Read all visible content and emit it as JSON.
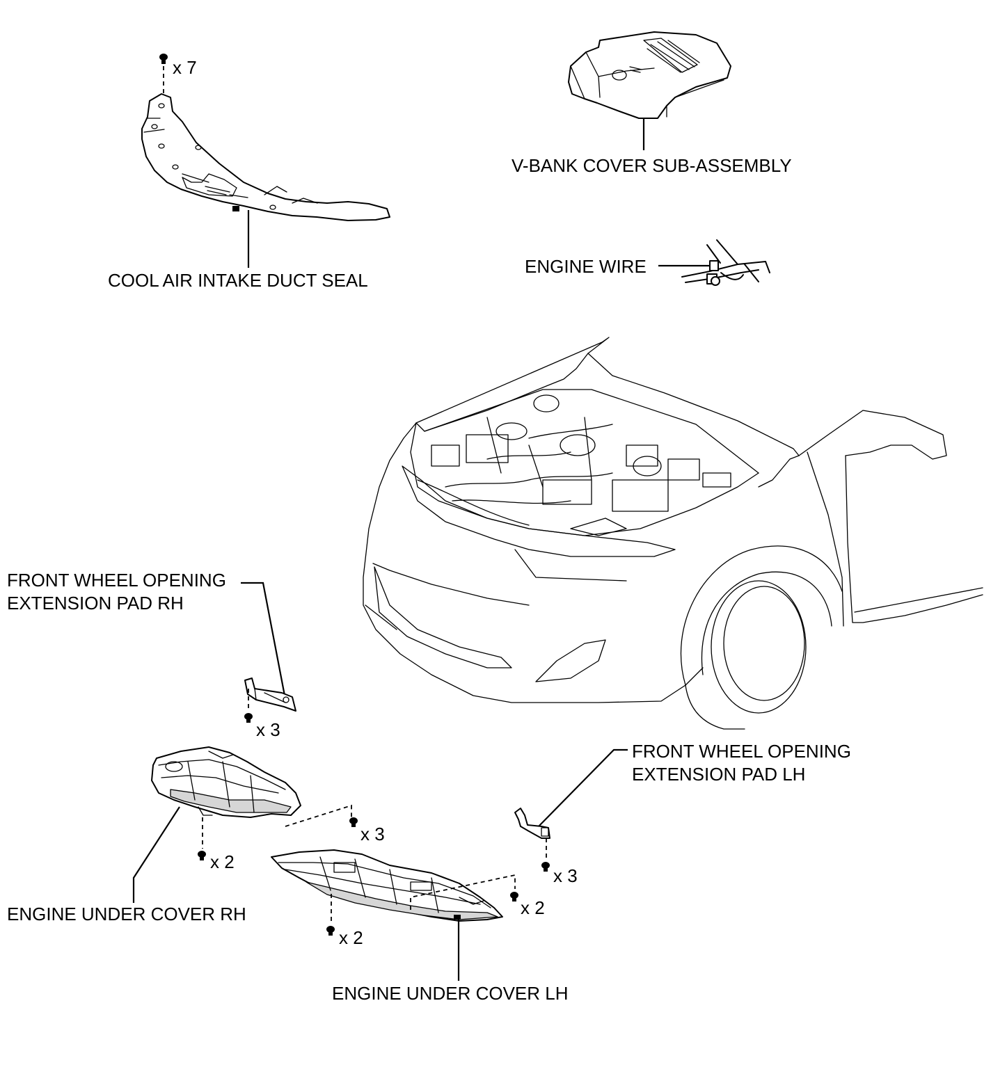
{
  "labels": {
    "cool_air_intake_duct_seal": "COOL AIR INTAKE DUCT SEAL",
    "v_bank_cover": "V-BANK COVER SUB-ASSEMBLY",
    "engine_wire": "ENGINE WIRE",
    "pad_rh_line1": "FRONT WHEEL OPENING",
    "pad_rh_line2": "EXTENSION PAD RH",
    "pad_lh_line1": "FRONT WHEEL OPENING",
    "pad_lh_line2": "EXTENSION PAD LH",
    "under_cover_rh": "ENGINE UNDER COVER RH",
    "under_cover_lh": "ENGINE UNDER COVER LH"
  },
  "fastener_counts": {
    "duct_seal_clips": "x 7",
    "pad_rh_clips": "x 3",
    "under_cover_rh_rear": "x 2",
    "under_cover_center": "x 3",
    "pad_lh_clips": "x 3",
    "under_cover_lh_side": "x 2",
    "under_cover_lh_front": "x 2"
  }
}
